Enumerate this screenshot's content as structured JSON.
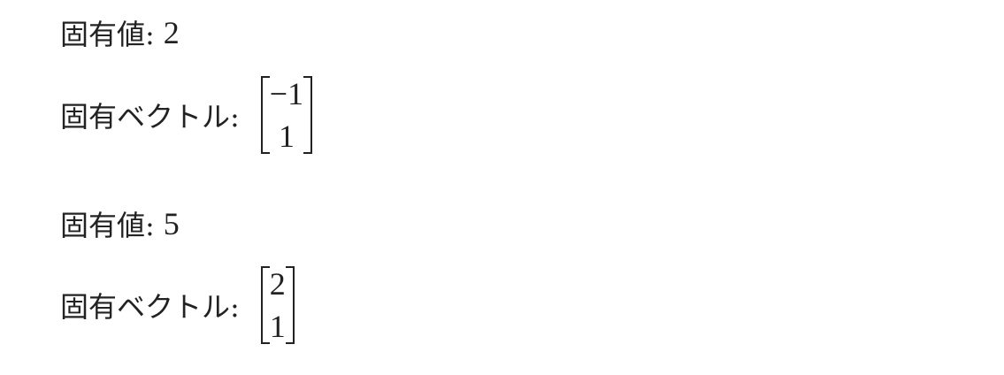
{
  "results": [
    {
      "eigenvalue_label": "固有値:",
      "eigenvalue": "2",
      "vector_label": "固有ベクトル:",
      "vector": [
        "−1",
        "1"
      ]
    },
    {
      "eigenvalue_label": "固有値:",
      "eigenvalue": "5",
      "vector_label": "固有ベクトル:",
      "vector": [
        "2",
        "1"
      ]
    }
  ]
}
